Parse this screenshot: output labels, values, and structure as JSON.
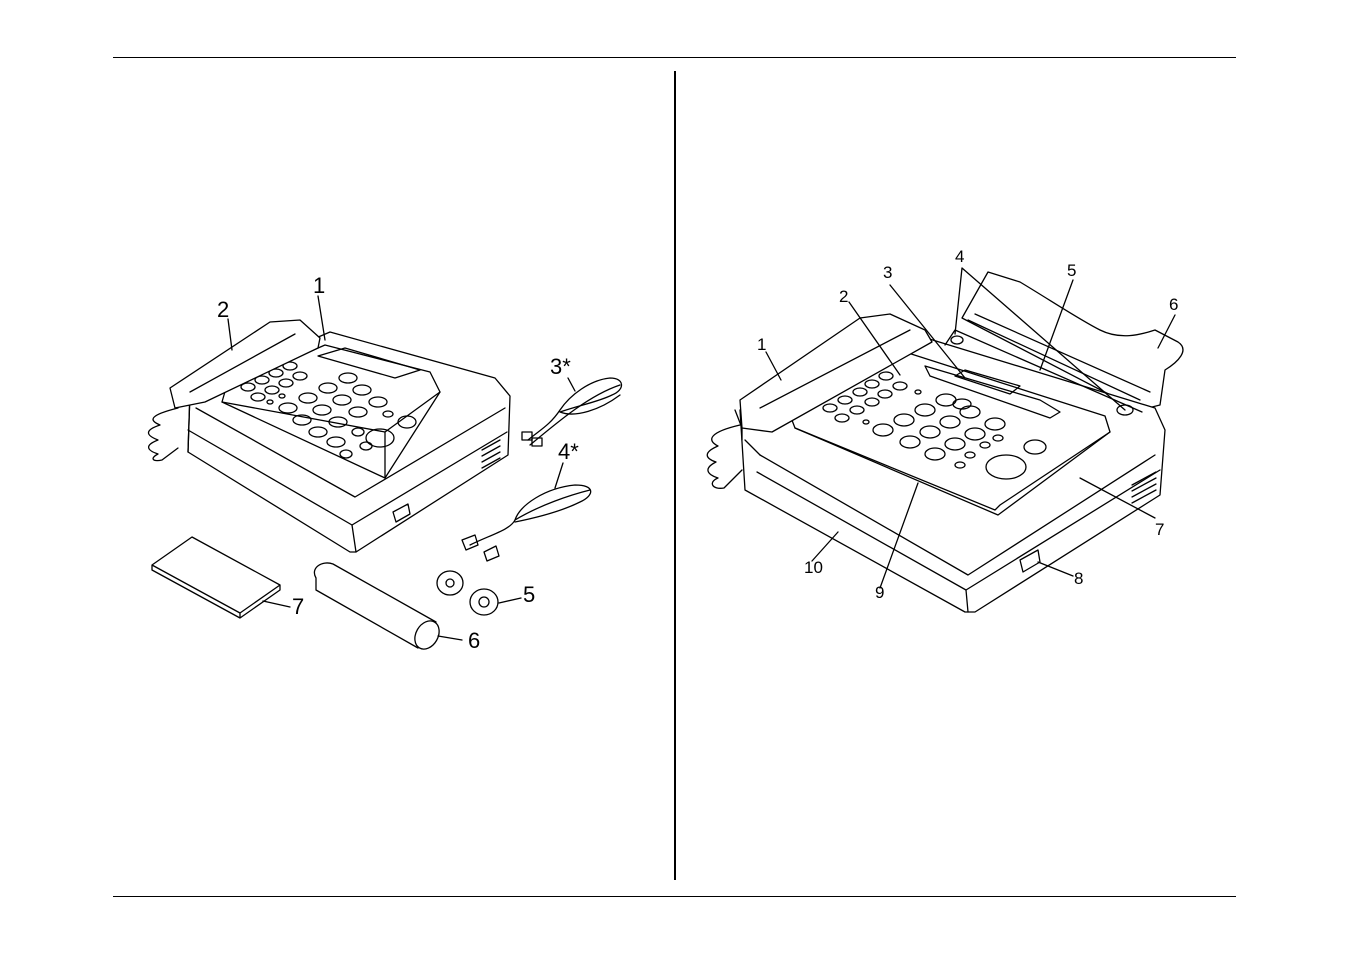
{
  "left_figure": {
    "callouts": [
      "1",
      "2",
      "3*",
      "4*",
      "5",
      "6",
      "7"
    ]
  },
  "right_figure": {
    "callouts": [
      "1",
      "2",
      "3",
      "4",
      "5",
      "6",
      "7",
      "8",
      "9",
      "10"
    ]
  },
  "icons": {
    "left": "fax-machine-with-accessories-illustration",
    "right": "fax-machine-parts-illustration"
  },
  "colors": {
    "ink": "#000000",
    "paper": "#ffffff"
  }
}
